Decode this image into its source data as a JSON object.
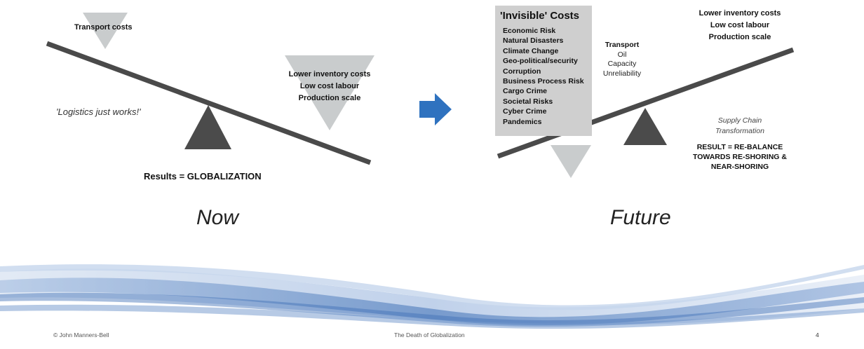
{
  "now": {
    "transport_label": "Transport costs",
    "benefits": [
      "Lower inventory costs",
      "Low cost labour",
      "Production scale"
    ],
    "quote": "'Logistics just works!'",
    "result": "Results = GLOBALIZATION",
    "title": "Now"
  },
  "future": {
    "invisible_title": "'Invisible' Costs",
    "invisible_costs": [
      "Economic Risk",
      "Natural Disasters",
      "Climate Change",
      "Geo-political/security",
      "Corruption",
      "Business Process Risk",
      "Cargo Crime",
      "Societal Risks",
      "Cyber Crime",
      "Pandemics"
    ],
    "transport_heading": "Transport",
    "transport_items": [
      "Oil",
      "Capacity",
      "Unreliability"
    ],
    "benefits": [
      "Lower inventory costs",
      "Low cost labour",
      "Production scale"
    ],
    "transformation_note": [
      "Supply Chain",
      "Transformation"
    ],
    "result_lines": [
      "RESULT = RE-BALANCE",
      "TOWARDS RE-SHORING &",
      "NEAR-SHORING"
    ],
    "title": "Future"
  },
  "footer": {
    "author": "© John Manners-Bell",
    "title": "The Death of Globalization",
    "page": "4"
  },
  "colors": {
    "beam": "#4a4a4a",
    "fulcrum": "#4b4b4b",
    "weight": "#c9cccd",
    "arrow": "#2f72bf",
    "invisible_box": "#cfcfcf",
    "wave_dark": "#3d6fb5",
    "wave_light": "#c5d6ec"
  }
}
